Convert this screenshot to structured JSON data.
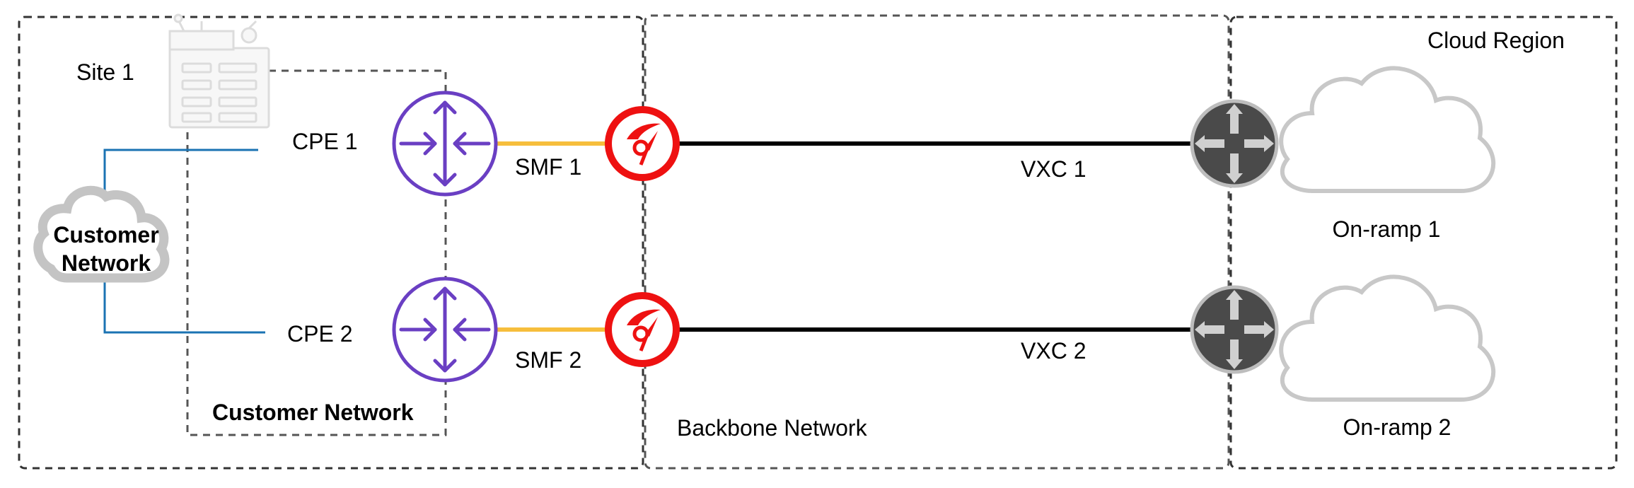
{
  "regions": {
    "site": "Site 1",
    "customer": "Customer Network",
    "backbone": "Backbone Network",
    "cloud": "Cloud Region"
  },
  "customer_cloud": {
    "line1": "Customer",
    "line2": "Network"
  },
  "cpe1": {
    "label": "CPE 1"
  },
  "cpe2": {
    "label": "CPE 2"
  },
  "smf1": {
    "label": "SMF 1"
  },
  "smf2": {
    "label": "SMF 2"
  },
  "vxc1": {
    "label": "VXC 1"
  },
  "vxc2": {
    "label": "VXC 2"
  },
  "onramp1": {
    "label": "On-ramp 1"
  },
  "onramp2": {
    "label": "On-ramp 2"
  },
  "colors": {
    "router": "#6a3fc3",
    "smf": "#f6be3c",
    "megaport": "#ee1111",
    "vxc": "#000000",
    "customer_link": "#1b73b3",
    "dashed": "#555555",
    "gateway": "#4a4a4a",
    "cloud_outline": "#c8c8c8"
  }
}
